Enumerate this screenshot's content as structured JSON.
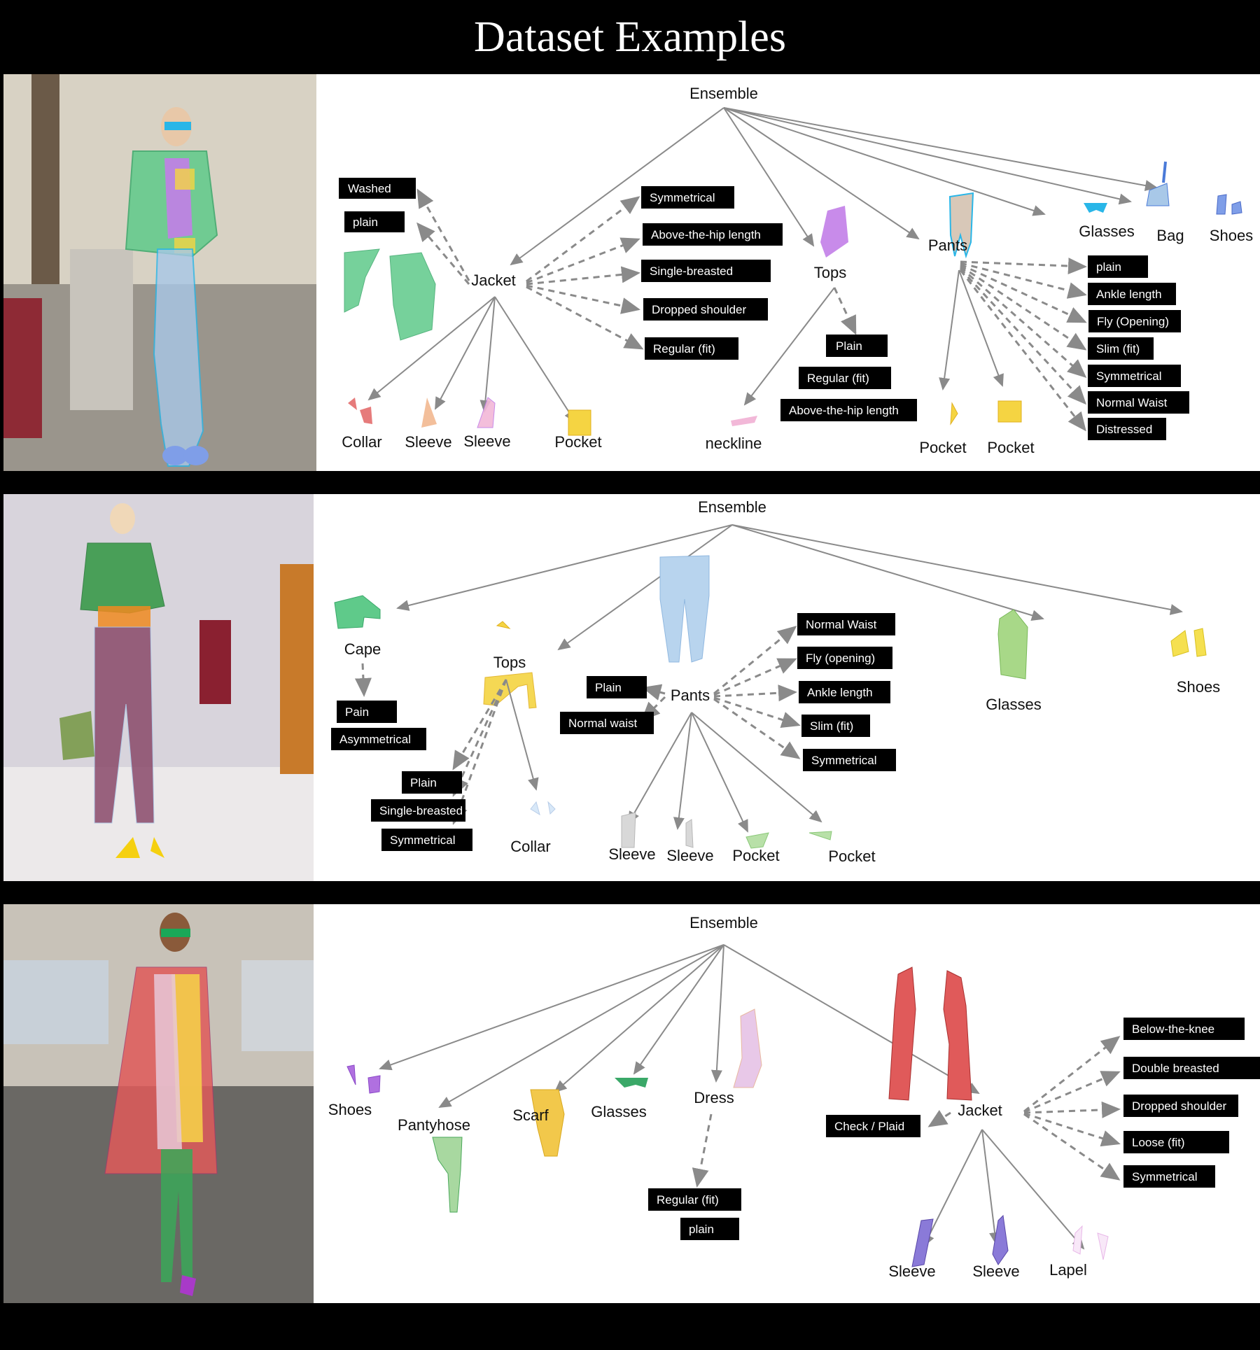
{
  "title": "Dataset Examples",
  "panels": [
    {
      "root": "Ensemble",
      "jacket": "Jacket",
      "jacket_attrs": [
        "Washed",
        "plain",
        "Symmetrical",
        "Above-the-hip length",
        "Single-breasted",
        "Dropped shoulder",
        "Regular (fit)"
      ],
      "jacket_parts": [
        "Collar",
        "Sleeve",
        "Sleeve",
        "Pocket"
      ],
      "tops": "Tops",
      "tops_attrs": [
        "Plain",
        "Regular (fit)",
        "Above-the-hip length"
      ],
      "tops_parts": [
        "neckline"
      ],
      "pants": "Pants",
      "pants_attrs": [
        "plain",
        "Ankle length",
        "Fly (Opening)",
        "Slim (fit)",
        "Symmetrical",
        "Normal Waist",
        "Distressed"
      ],
      "pants_parts": [
        "Pocket",
        "Pocket"
      ],
      "accessories": [
        "Glasses",
        "Bag",
        "Shoes"
      ]
    },
    {
      "root": "Ensemble",
      "cape": "Cape",
      "cape_attrs": [
        "Pain",
        "Asymmetrical"
      ],
      "tops": "Tops",
      "tops_attrs": [
        "Plain",
        "Single-breasted",
        "Symmetrical"
      ],
      "tops_parts": [
        "Collar"
      ],
      "pants": "Pants",
      "pants_left_attrs": [
        "Plain",
        "Normal waist"
      ],
      "pants_right_attrs": [
        "Normal Waist",
        "Fly (opening)",
        "Ankle length",
        "Slim (fit)",
        "Symmetrical"
      ],
      "pants_parts": [
        "Sleeve",
        "Sleeve",
        "Pocket",
        "Pocket"
      ],
      "accessories": [
        "Glasses",
        "Shoes"
      ]
    },
    {
      "root": "Ensemble",
      "items": [
        "Shoes",
        "Pantyhose",
        "Scarf",
        "Glasses",
        "Dress"
      ],
      "dress_attrs": [
        "Regular (fit)",
        "plain"
      ],
      "jacket": "Jacket",
      "jacket_left_attrs": [
        "Check / Plaid"
      ],
      "jacket_right_attrs": [
        "Below-the-knee",
        "Double breasted",
        "Dropped shoulder",
        "Loose (fit)",
        "Symmetrical"
      ],
      "jacket_parts": [
        "Sleeve",
        "Sleeve",
        "Lapel"
      ]
    }
  ],
  "colors": {
    "jacket_green": "#5fca8a",
    "tops_purple": "#c27ee8",
    "pants_blue": "#a8c8e8",
    "glasses_cyan": "#29b6e8",
    "pocket_yellow": "#f5d442",
    "cape_green": "#3a9a4a",
    "jacket_red": "#e05a5a",
    "scarf_yellow": "#f2c84b"
  }
}
